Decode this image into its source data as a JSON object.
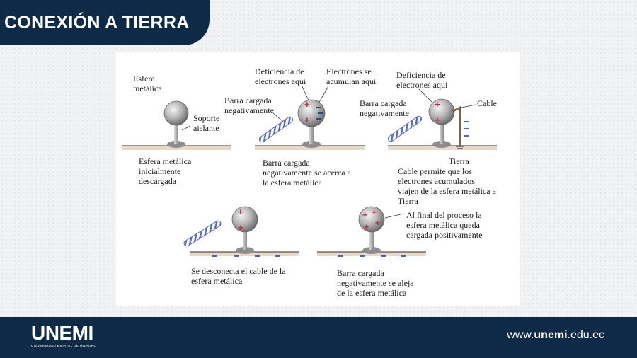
{
  "slide": {
    "title": "CONEXIÓN A TIERRA"
  },
  "diagram": {
    "labels": {
      "esfera_metalica": "Esfera\nmetálica",
      "soporte_aislante": "Soporte\naislante",
      "caption_1": "Esfera metálica\ninicialmente\ndescargada",
      "deficiencia_1": "Deficiencia de\nelectrones aquí",
      "electrones_acumulan": "Electrones se\nacumulan aquí",
      "barra_1": "Barra cargada\nnegativamente",
      "caption_2": "Barra cargada\nnegativamente se acerca a\nla esfera metálica",
      "deficiencia_2": "Deficiencia de\nelectrones aquí",
      "barra_2": "Barra cargada\nnegativamente",
      "cable": "Cable",
      "tierra": "Tierra",
      "caption_3": "Cable permite que los\nelectrones acumulados\nviajen de la esfera metálica a\nTierra",
      "caption_4": "Se desconecta el cable de la\nesfera metálica",
      "al_final": "Al final del proceso la\nesfera metálica queda\ncargada positivamente",
      "caption_5": "Barra cargada\nnegativamente se aleja\nde la esfera metálica"
    },
    "colors": {
      "positive": "#d61f3c",
      "negative": "#2d3f9a",
      "ground": "#e9d8c7"
    }
  },
  "footer": {
    "logo": "UNEMI",
    "logo_sub": "UNIVERSIDAD ESTATAL DE MILAGRO",
    "site_prefix": "www.",
    "site_brand": "unemi",
    "site_suffix": ".edu.ec"
  }
}
